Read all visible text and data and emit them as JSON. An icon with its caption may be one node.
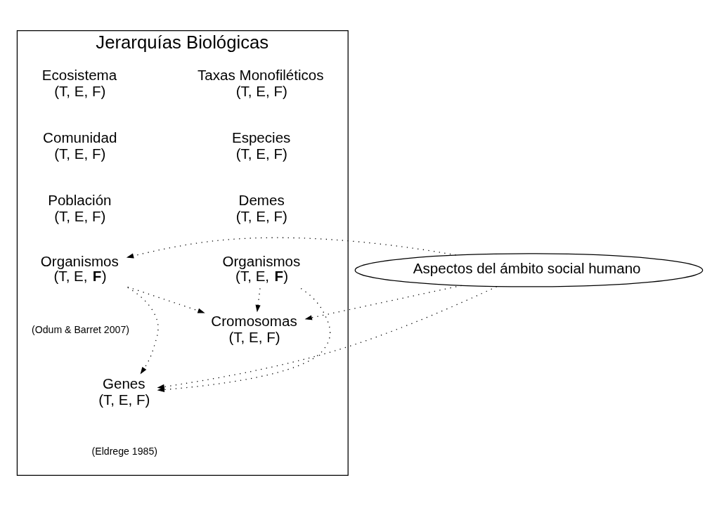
{
  "diagram": {
    "nodes": [
      {
        "text": [
          "Jerarquías Biológicas"
        ]
      },
      {
        "text": [
          "Taxas Monofiléticos",
          "(T, E, F)"
        ],
        "in": 0
      },
      {
        "text": [
          "Ecosistema",
          "(T, E, F)"
        ],
        "in": 0
      },
      {
        "text": [
          "Especies",
          "(T, E, F)"
        ],
        "in": 0
      },
      {
        "text": [
          "Comunidad",
          "(T, E, F)"
        ],
        "in": 0
      },
      {
        "text": [
          "Demes",
          "(T, E, F)"
        ],
        "in": 0
      },
      {
        "text": [
          "Población",
          "(T, E, F)"
        ],
        "in": 0
      },
      {
        "text": [
          "Organismos",
          "(T, E, **F**)"
        ],
        "in": 0
      },
      {
        "text": [
          "Organismos",
          "(T, E, **F**)"
        ],
        "in": 0
      },
      {
        "text": [
          "Cromosomas",
          "(T, E, F)"
        ],
        "in": 0
      },
      {
        "text": [
          "Genes",
          "(T, E, F)"
        ],
        "in": 0
      },
      {
        "text": [
          "Aspectos del ámbito social humano"
        ]
      }
    ],
    "edges": [
      {
        "from": 7,
        "to": 9,
        "arrow": "to",
        "style": "dashed"
      },
      {
        "from": 7,
        "to": 10,
        "arrow": "to",
        "style": "dashed"
      },
      {
        "from": 8,
        "to": 9,
        "arrow": "to",
        "style": "dashed"
      },
      {
        "from": 8,
        "to": 10,
        "arrow": "to",
        "style": "dashed"
      },
      {
        "from": 11,
        "to": 8,
        "arrow": "to",
        "style": "dashed"
      },
      {
        "from": 11,
        "to": 9,
        "arrow": "to",
        "style": "dashed"
      },
      {
        "from": 11,
        "to": 10,
        "arrow": "to",
        "style": "dashed"
      }
    ],
    "labels": [
      "(Odum & Barret 2007)",
      "(Eldrege 1985)"
    ]
  }
}
